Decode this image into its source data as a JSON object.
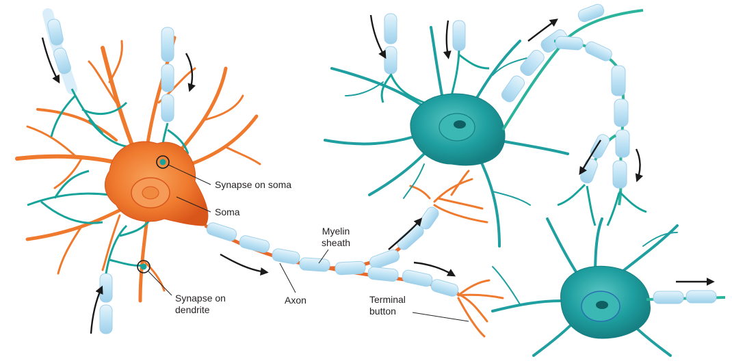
{
  "labels": {
    "synapse_on_soma": "Synapse on soma",
    "soma": "Soma",
    "myelin_sheath": [
      "Myelin",
      "sheath"
    ],
    "axon": "Axon",
    "synapse_on_dendrite": [
      "Synapse on",
      "dendrite"
    ],
    "terminal_button": [
      "Terminal",
      "button"
    ]
  },
  "colors": {
    "presynaptic_neuron": "#ef7a2e",
    "postsynaptic_neuron": "#1f9fa0",
    "input_axon_terminals": "#17a39a",
    "myelin": "#bfe3f5",
    "node_of_ranvier_orange": "#e8682a",
    "node_of_ranvier_teal": "#2bb39c",
    "arrow": "#1a1a1a",
    "leader_line": "#231f20"
  },
  "icons": [
    "impulse-direction-arrow",
    "synapse-highlight-circle"
  ]
}
